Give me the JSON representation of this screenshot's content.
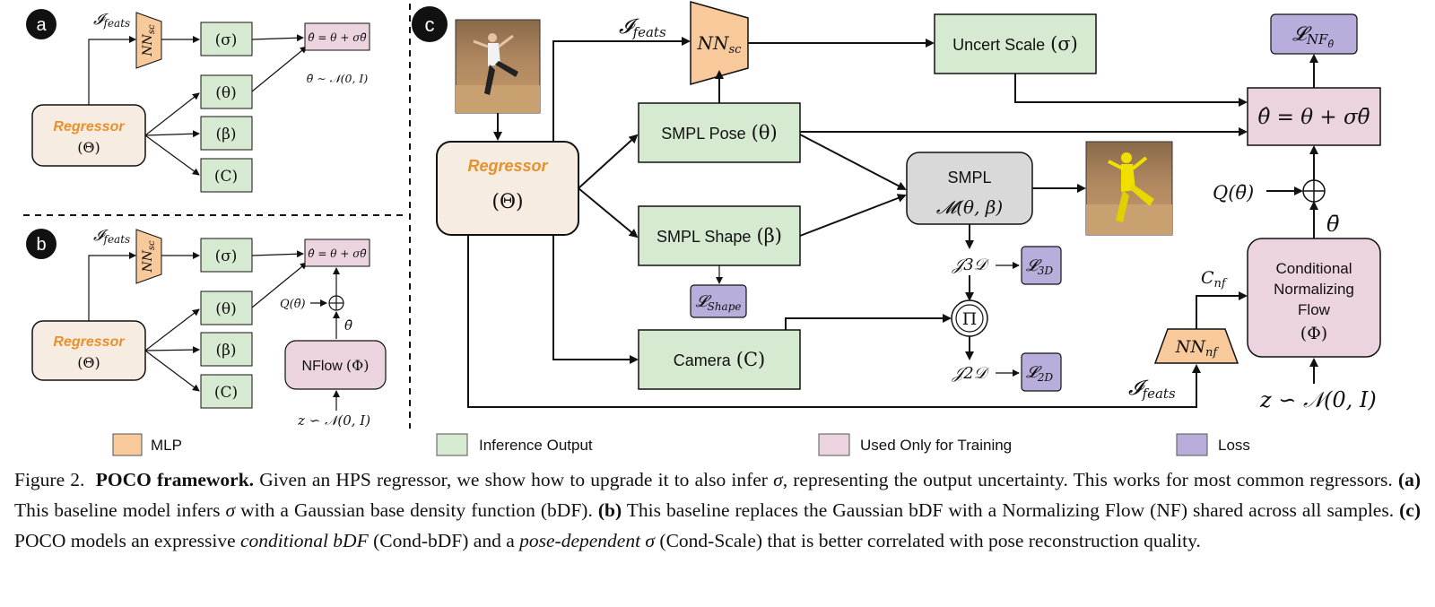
{
  "panels": {
    "a": "a",
    "b": "b",
    "c": "c"
  },
  "math": {
    "i_feats": "𝓘",
    "i_feats_sub": "feats",
    "nn_sc": "NN",
    "nn_sc_sub": "sc",
    "nn_nf": "NN",
    "nn_nf_sub": "nf",
    "sigma": "(σ)",
    "theta": "(θ)",
    "beta": "(β)",
    "cam": "(C)",
    "theta_var": "θ",
    "beta_var": "β",
    "cam_var": "C",
    "sigma_var": "σ",
    "theta_hat_formula": "θ̂ = θ + σθ̄",
    "theta_bar_dist": "θ̄ ∼ 𝒩(0, I)",
    "q_theta_bar": "Q(θ̄)",
    "theta_bar": "θ̄",
    "oplus": "⊕",
    "z_dist": "z ∽ 𝒩(0, I)",
    "big_theta": "(Θ)",
    "phi": "(Φ)",
    "smpl_func": "𝓜(θ, β)",
    "j3d": "𝒥3𝒟",
    "j2d": "𝒥2𝒟",
    "pi": "Π",
    "c_nf": "C",
    "c_nf_sub": "nf",
    "l": "𝓛",
    "l_nf_sub": "NF",
    "l_nf_subsub": "θ̂",
    "l_shape_sub": "Shape",
    "l_3d_sub": "3D",
    "l_2d_sub": "2D"
  },
  "labels": {
    "regressor": "Regressor",
    "nflow": "NFlow",
    "uncert_scale": "Uncert Scale",
    "smpl_pose": "SMPL Pose",
    "smpl_shape": "SMPL Shape",
    "camera": "Camera",
    "smpl": "SMPL",
    "cnf_line1": "Conditional",
    "cnf_line2": "Normalizing",
    "cnf_line3": "Flow"
  },
  "legend": [
    {
      "label": "MLP",
      "color": "#f8c99a"
    },
    {
      "label": "Inference Output",
      "color": "#d5ead0"
    },
    {
      "label": "Used Only for Training",
      "color": "#ecd3e0"
    },
    {
      "label": "Loss",
      "color": "#b9aedb"
    }
  ],
  "colors": {
    "mlp": "#f8c99a",
    "inference": "#d5ead0",
    "training": "#ecd3e0",
    "loss": "#b9aedb",
    "regressor_fill": "#f6ece1",
    "smpl_fill": "#d9d9d9",
    "regressor_text": "#e8902a"
  },
  "caption": {
    "fig": "Figure 2.",
    "title": "POCO framework.",
    "t1": " Given an HPS regressor, we show how to upgrade it to also infer ",
    "sigma": "σ",
    "t2": ", representing the output uncertainty. This works for most common regressors. ",
    "a": "(a)",
    "t3": " This baseline model infers ",
    "t4": " with a Gaussian base density function (bDF). ",
    "b": "(b)",
    "t5": " This baseline replaces the Gaussian bDF with a Normalizing Flow (NF) shared across all samples. ",
    "c": "(c)",
    "t6": " POCO models an expressive ",
    "cond_bdf": "conditional bDF",
    "t7": " (Cond-bDF) and a ",
    "pose_dep": "pose-dependent",
    "t8": " (Cond-Scale) that is better correlated with pose reconstruction quality."
  }
}
